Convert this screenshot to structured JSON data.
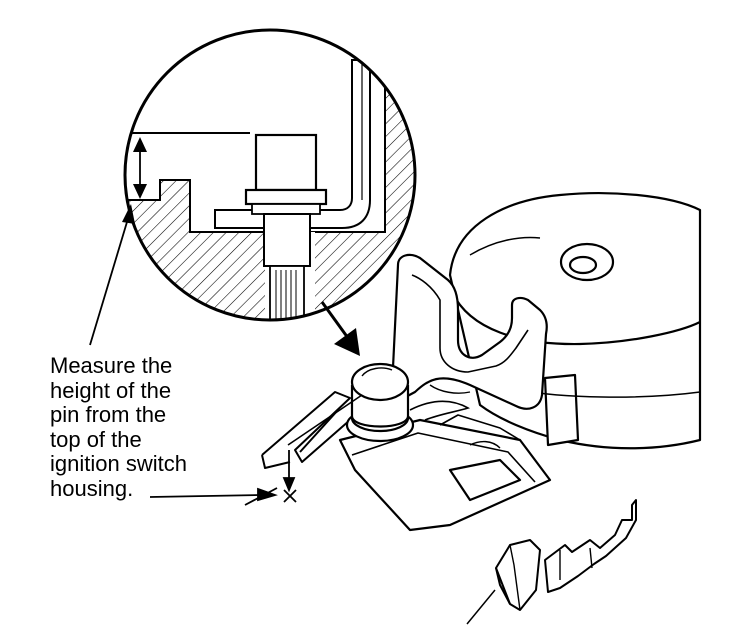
{
  "callout": {
    "lines": [
      "Measure the",
      "height of the",
      "pin from the",
      "top of the",
      "ignition switch",
      "housing."
    ]
  },
  "colors": {
    "ink": "#000000",
    "paper": "#ffffff"
  }
}
